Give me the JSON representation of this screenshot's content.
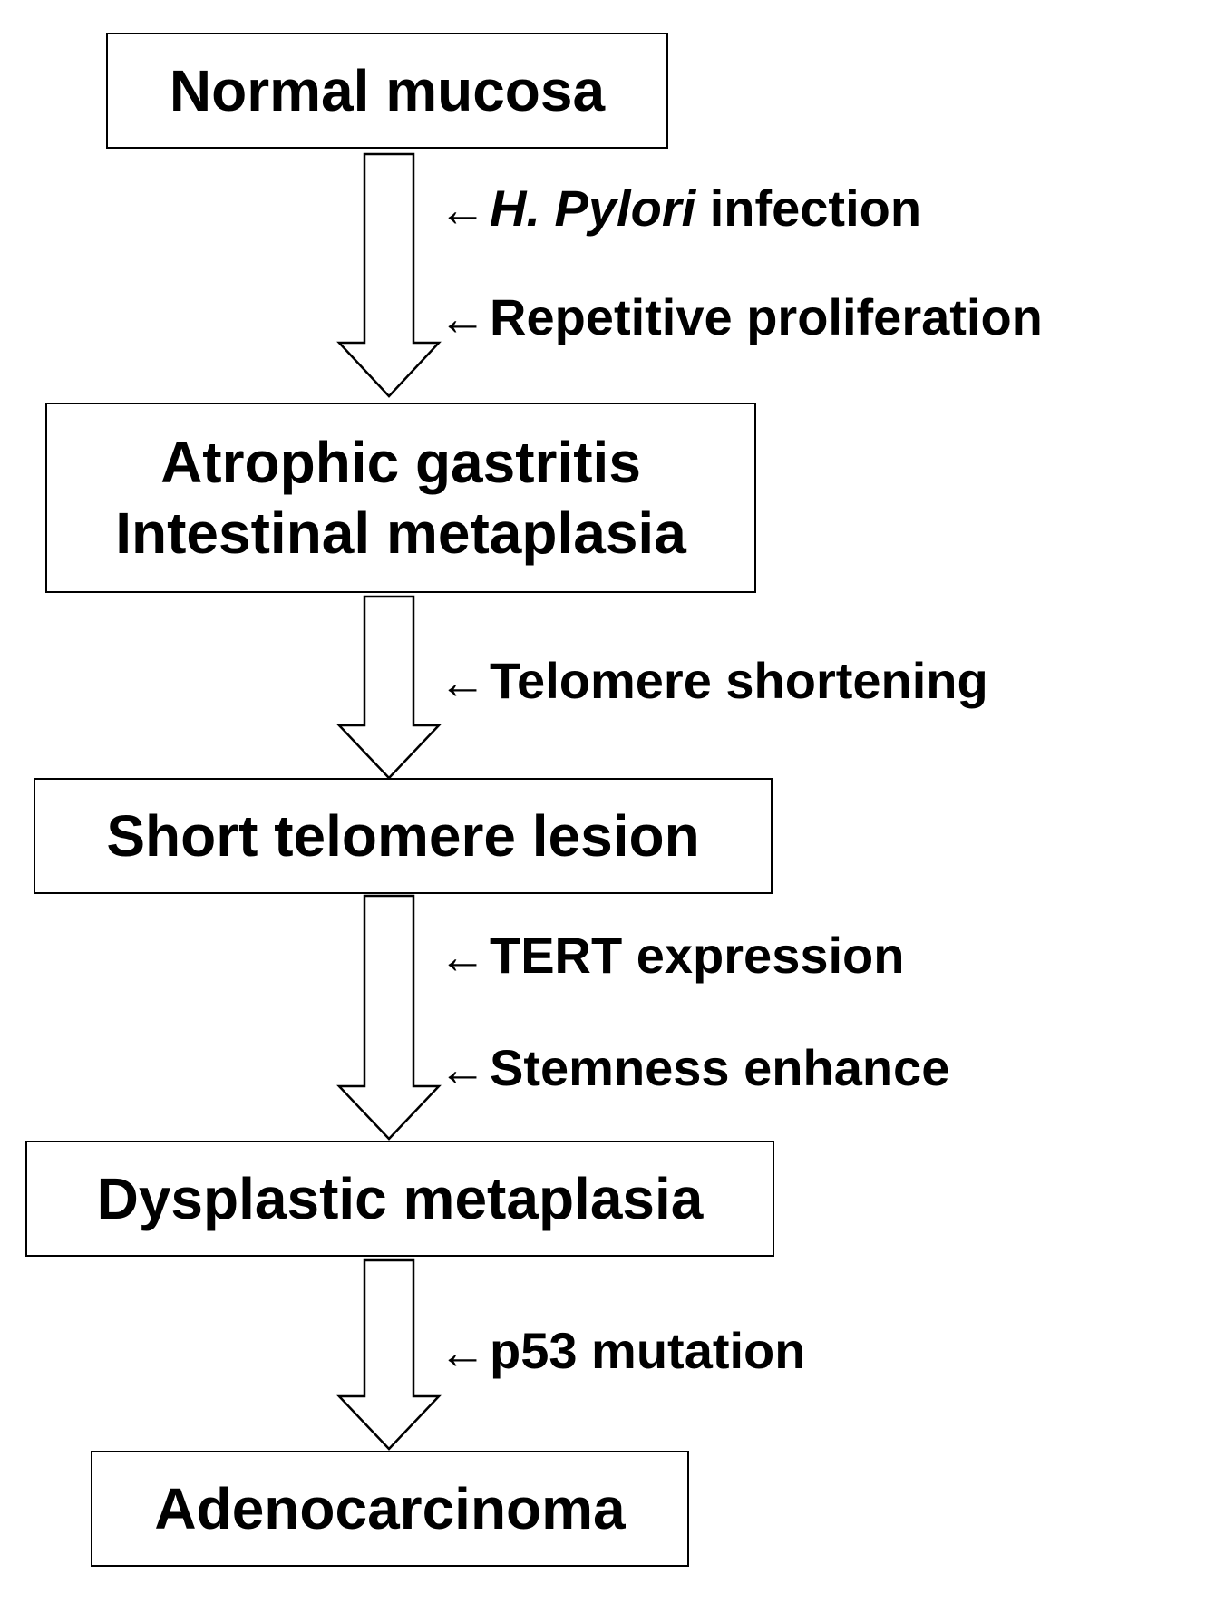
{
  "boxes": {
    "normal": "Normal mucosa",
    "atrophic_line1": "Atrophic gastritis",
    "atrophic_line2": "Intestinal metaplasia",
    "short_telomere": "Short telomere lesion",
    "dysplastic": "Dysplastic metaplasia",
    "adenocarcinoma": "Adenocarcinoma"
  },
  "annotations": {
    "arrow_glyph": "←",
    "hpylori_italic": "H. Pylori",
    "hpylori_rest": " infection",
    "repetitive": "Repetitive proliferation",
    "telomere_shortening": "Telomere shortening",
    "tert": "TERT expression",
    "stemness": "Stemness enhance",
    "p53": "p53 mutation"
  }
}
